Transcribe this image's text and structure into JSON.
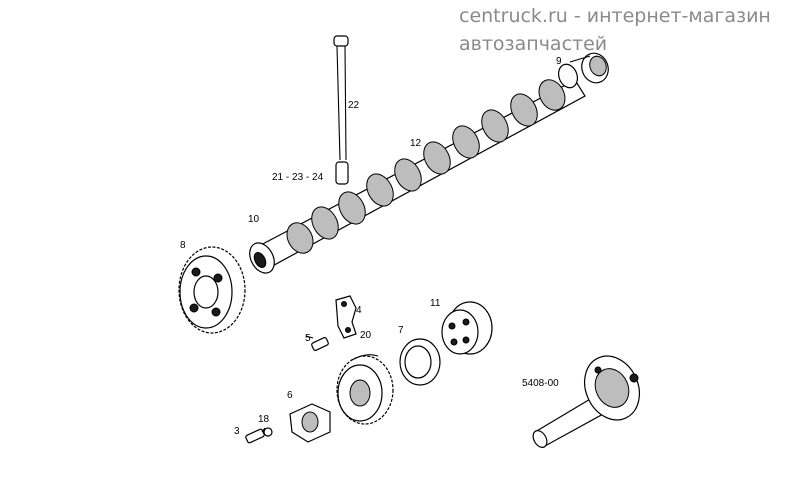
{
  "watermark": {
    "line1": "centruck.ru - интернет-магазин",
    "line2": "автозапчастей"
  },
  "labels": {
    "p22": "22",
    "p12": "12",
    "p9": "9",
    "p21": "21 - 23 - 24",
    "p10": "10",
    "p8": "8",
    "p4": "4",
    "p11": "11",
    "p5": "5",
    "p20": "20",
    "p7": "7",
    "p6": "6",
    "p3": "3",
    "p18": "18",
    "ref": "5408-00"
  }
}
